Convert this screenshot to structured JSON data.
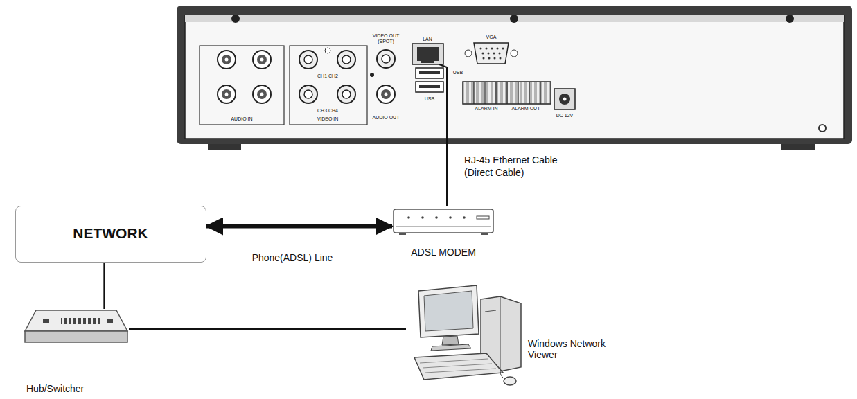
{
  "diagram": {
    "nodes": [
      {
        "text": [
          "AUDIO IN",
          "CH1 CH2",
          "CH3 CH4",
          "VIDEO IN",
          "VIDEO OUT (SPOT)",
          "AUDIO OUT",
          "LAN",
          "USB",
          "USB",
          "VGA",
          "ALARM IN",
          "ALARM OUT",
          "DC 12V"
        ]
      },
      {
        "text": [
          "NETWORK"
        ]
      },
      {
        "text": [
          "ADSL MODEM"
        ]
      },
      {
        "text": [
          "Windows Network Viewer"
        ]
      },
      {
        "text": [
          "Hub/Switcher"
        ]
      }
    ],
    "edges": [
      {
        "from": 0,
        "to": 2,
        "arrow": "none",
        "label": "RJ-45 Ethernet Cable (Direct Cable)"
      },
      {
        "from": 1,
        "to": 2,
        "arrow": "both",
        "label": "Phone(ADSL) Line"
      },
      {
        "from": 1,
        "to": 4,
        "arrow": "none"
      },
      {
        "from": 4,
        "to": 3,
        "arrow": "none"
      }
    ]
  }
}
